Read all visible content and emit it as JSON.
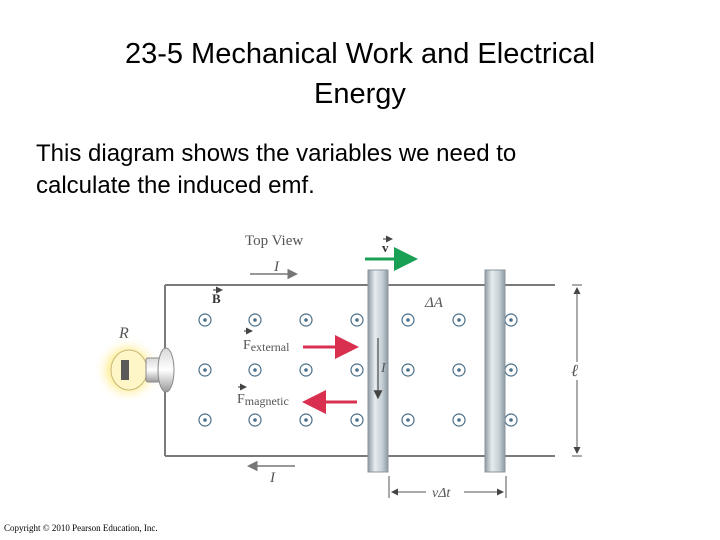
{
  "slide": {
    "title_line1": "23-5 Mechanical Work and Electrical",
    "title_line2": "Energy",
    "body_line1": "This diagram shows the variables we need to",
    "body_line2": "calculate the induced emf."
  },
  "diagram": {
    "view_label": "Top View",
    "velocity_label": "v",
    "current_label": "I",
    "field_label": "B",
    "area_label": "ΔA",
    "resistor_label": "R",
    "force_external_symbol": "F",
    "force_external_subscript": "external",
    "force_magnetic_symbol": "F",
    "force_magnetic_subscript": "magnetic",
    "length_label": "ℓ",
    "displacement_label": "vΔt",
    "colors": {
      "velocity_arrow": "#1aa055",
      "force_arrow": "#d8304e",
      "rail": "#7a7a7a",
      "rod": "#b7c4cc",
      "bulb_glow": "#fff3b0"
    }
  },
  "copyright": "Copyright © 2010 Pearson Education, Inc."
}
